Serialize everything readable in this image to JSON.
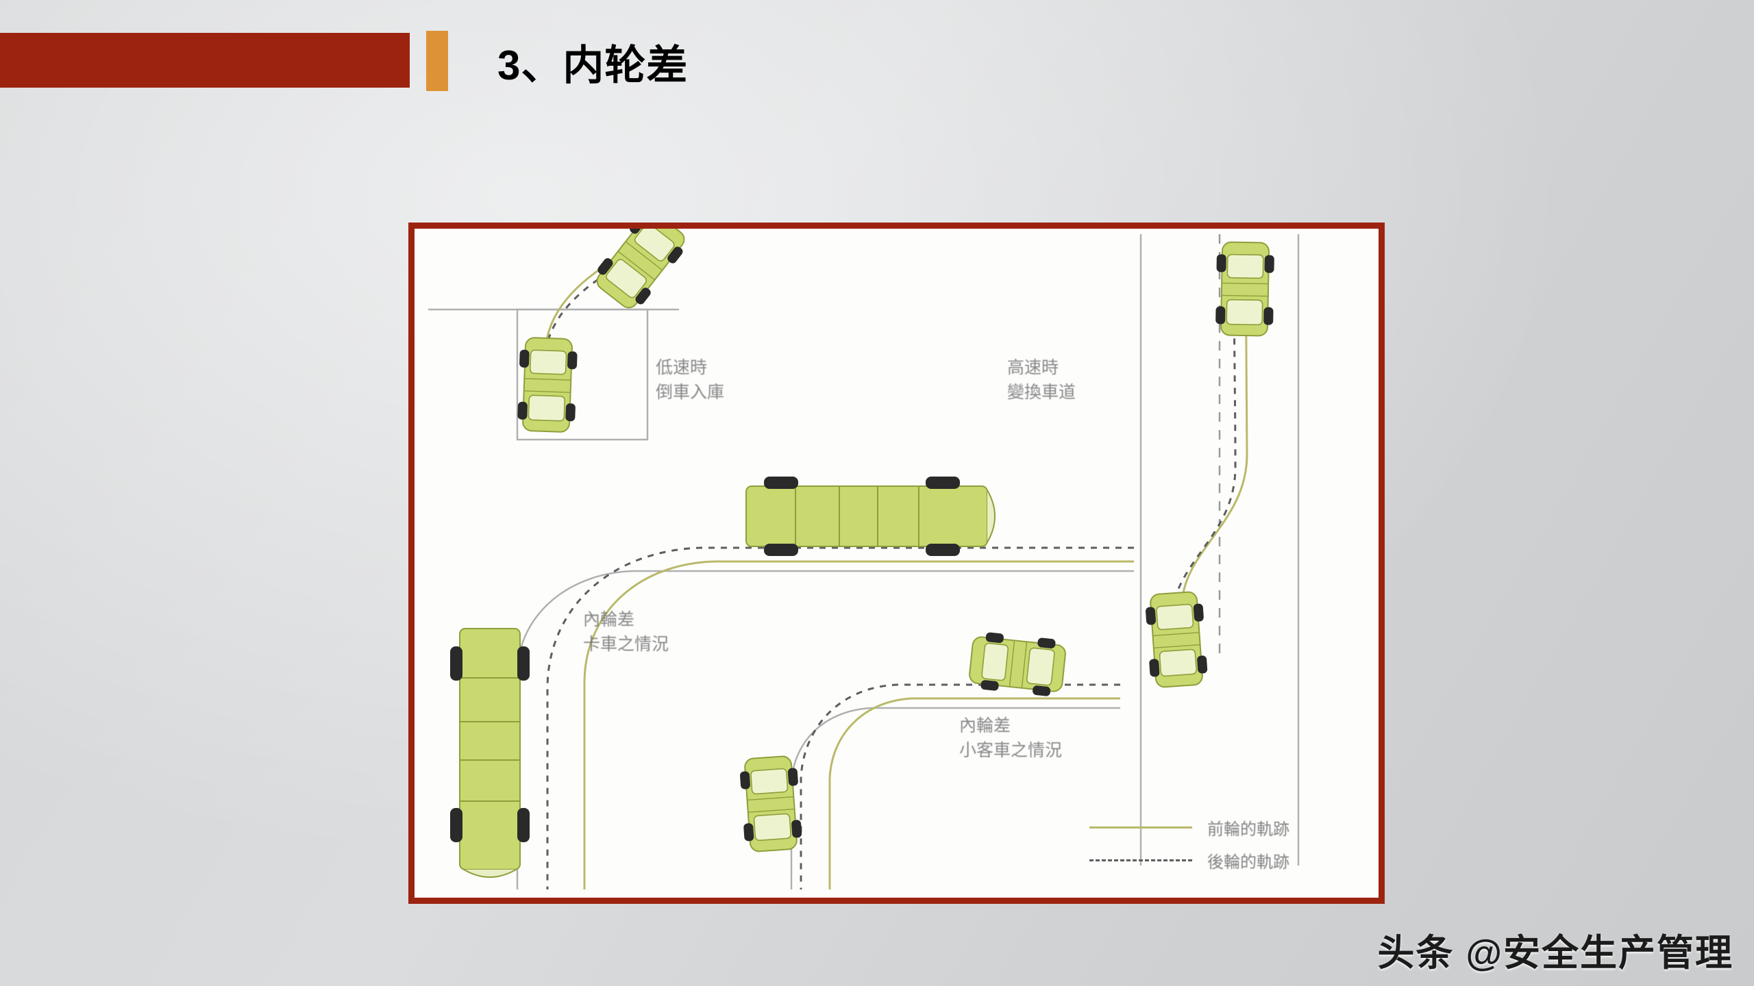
{
  "slide": {
    "title": "3、内轮差",
    "background_color": "#d4d6d8",
    "accent_red": "#9c2310",
    "accent_orange": "#dd9235"
  },
  "diagram": {
    "frame_border_color": "#9c2310",
    "vehicle_color": "#c9d96f",
    "vehicle_outline_color": "#8f9e3c",
    "wheel_color": "#2a2a2a",
    "front_path_color": "#b9b96a",
    "rear_path_color": "#5e5e60",
    "road_line_color": "#9a9a9c",
    "labels": {
      "reverse_parking": "低速時\n倒車入庫",
      "lane_change": "高速時\n變換車道",
      "truck_case": "內輪差\n卡車之情況",
      "car_case": "內輪差\n小客車之情況"
    },
    "legend": [
      {
        "style": "solid",
        "label": "前輪的軌跡"
      },
      {
        "style": "dashed",
        "label": "後輪的軌跡"
      }
    ]
  },
  "watermark": {
    "text": "头条 @安全生产管理"
  },
  "chart_data": {
    "type": "diagram",
    "title": "3、内轮差",
    "description": "Four illustrated traffic scenarios comparing front-wheel and rear-wheel tracking paths",
    "scenarios": [
      {
        "id": "reverse-parking",
        "label": "低速時\n倒車入庫",
        "vehicles": 2,
        "position": "top-left"
      },
      {
        "id": "lane-change",
        "label": "高速時\n變換車道",
        "vehicles": 2,
        "position": "top-right"
      },
      {
        "id": "truck-turn",
        "label": "內輪差\n卡車之情況",
        "vehicles": 2,
        "position": "mid-left"
      },
      {
        "id": "car-turn",
        "label": "內輪差\n小客車之情況",
        "vehicles": 2,
        "position": "bottom-right"
      }
    ],
    "legend": [
      "前輪的軌跡",
      "後輪的軌跡"
    ]
  }
}
